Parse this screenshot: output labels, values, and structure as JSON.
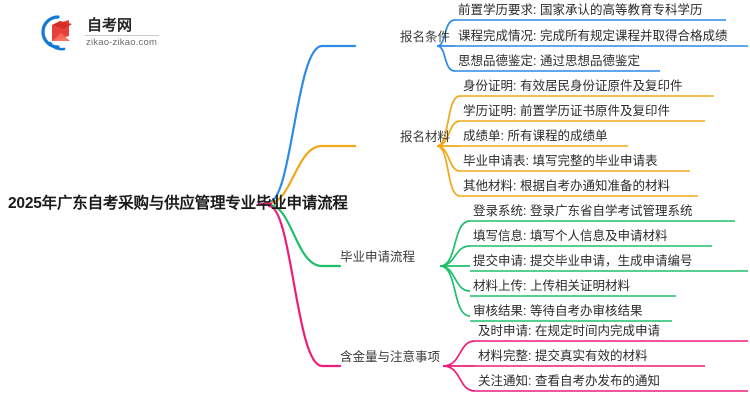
{
  "brand": {
    "name": "自考网",
    "domain": "zikao-zikao.com",
    "logo_icon": "graduation-cap-icon",
    "ring_color": "#1279d4",
    "cap_color": "#e03a3a",
    "cap_top_color": "#d9534f"
  },
  "mindmap": {
    "root": {
      "label": "2025年广东自考采购与供应管理专业毕业申请流程"
    },
    "branches": [
      {
        "label": "报名条件",
        "color": "#2b8ce6",
        "leaves": [
          "前置学历要求: 国家承认的高等教育专科学历",
          "课程完成情况: 完成所有规定课程并取得合格成绩",
          "思想品德鉴定: 通过思想品德鉴定"
        ]
      },
      {
        "label": "报名材料",
        "color": "#f0a818",
        "leaves": [
          "身份证明: 有效居民身份证原件及复印件",
          "学历证明: 前置学历证书原件及复印件",
          "成绩单: 所有课程的成绩单",
          "毕业申请表: 填写完整的毕业申请表",
          "其他材料: 根据自考办通知准备的材料"
        ]
      },
      {
        "label": "毕业申请流程",
        "color": "#1fbf6b",
        "leaves": [
          "登录系统: 登录广东省自学考试管理系统",
          "填写信息: 填写个人信息及申请材料",
          "提交申请: 提交毕业申请，生成申请编号",
          "材料上传: 上传相关证明材料",
          "审核结果: 等待自考办审核结果"
        ]
      },
      {
        "label": "含金量与注意事项",
        "color": "#ee1d7a",
        "leaves": [
          "及时申请: 在规定时间内完成申请",
          "材料完整: 提交真实有效的材料",
          "关注通知: 查看自考办发布的通知"
        ]
      }
    ]
  }
}
